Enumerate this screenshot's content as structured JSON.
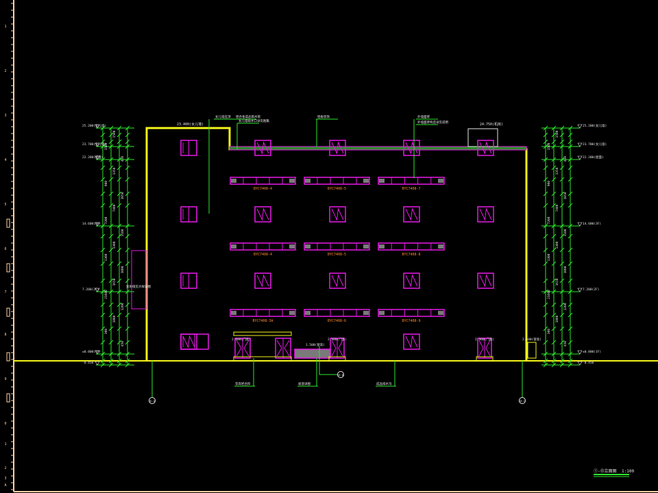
{
  "ruler_ticks": [
    "1",
    "2",
    "3",
    "4",
    "5",
    "6",
    "7",
    "8",
    "9",
    "0",
    "1",
    "2",
    "3",
    "A"
  ],
  "roof_slab_label": "23.400(女儿墙)",
  "roof_box_label": "24.750(机房)",
  "dim_left": {
    "levels": [
      "25.200(女儿墙)",
      "23.700(女儿墙)",
      "22.200(屋面)",
      "14.600(3F)",
      "7.200(2F)",
      "±0.000(1F)",
      "-0.450"
    ],
    "vertical_dims": [
      "1500",
      "1500",
      "450",
      "1350",
      "900",
      "1050",
      "7400",
      "7200",
      "1100",
      "1300",
      "1300",
      "1000",
      "1650",
      "21600",
      "1200",
      "1800",
      "300",
      "450"
    ],
    "side_note": "变形缝见大样详图"
  },
  "dim_right": {
    "levels": [
      "25.200(女儿墙)",
      "23.700(女儿墙)",
      "22.200(屋面)",
      "14.600(3F)",
      "7.200(2F)",
      "±0.000(1F)",
      "-0.450"
    ],
    "vertical_dims": [
      "1500",
      "1500",
      "450",
      "1350",
      "900",
      "1050",
      "7400",
      "7200",
      "1100",
      "1300",
      "1300",
      "1000",
      "1650",
      "21600",
      "1200",
      "1800",
      "300",
      "450"
    ]
  },
  "window_bands": [
    [
      "BYC7408-4",
      "BYC7408-5",
      "BYC7408-7"
    ],
    [
      "BYC7408-4",
      "BYC7408-5",
      "BYC7408-8"
    ],
    [
      "BYC7408-3A",
      "BYC7408-6",
      "BYC7408-9"
    ]
  ],
  "door_labels": [
    "2.900(门高)",
    "1.500(窗高)",
    "2.900(门高)",
    "2.900(门高)",
    "2.500(窗高)"
  ],
  "leader_top": [
    "女儿墙压顶",
    "铝合金成品雨水管",
    "女儿墙雨水口详见图集",
    "铝板装饰",
    "外墙面砖",
    "外墙面砖构造详见说明"
  ],
  "leader_bottom": [
    "花岗岩台阶",
    "坡道详图",
    "成品排水沟"
  ],
  "axes": [
    "①-A",
    "②-B",
    "③-C"
  ],
  "title_block": {
    "title": "①-⑬立面图",
    "scale": "1:100"
  },
  "colors": {
    "yellow": "#f5f51a",
    "magenta": "#e81ae8",
    "green": "#2ee82e",
    "orange": "#ff8a2e",
    "white": "#e8e8e8",
    "peach": "#ffd2a6"
  }
}
